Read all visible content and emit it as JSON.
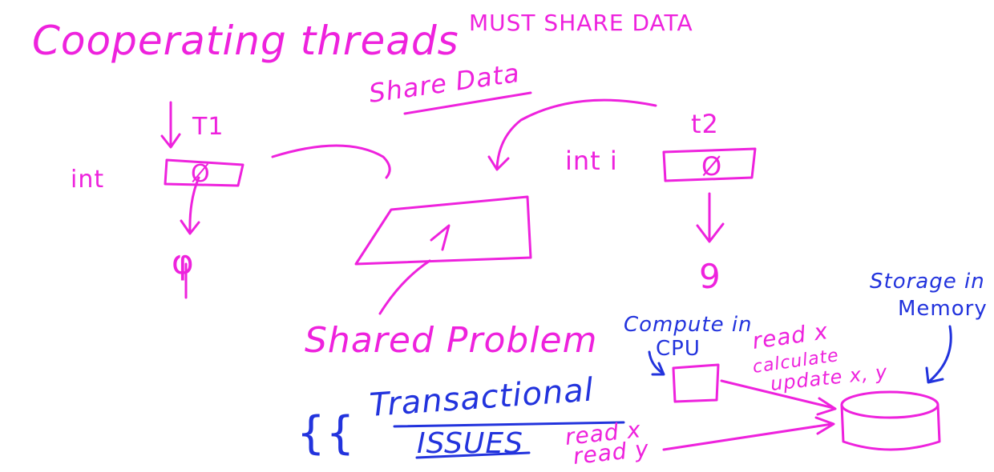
{
  "title": {
    "line1": "Cooperating threads",
    "line2": "MUST SHARE DATA"
  },
  "share_data_label": "Share Data",
  "thread1": {
    "label": "T1",
    "type_label": "int",
    "value": "Ø",
    "result": "φ"
  },
  "thread2": {
    "label": "t2",
    "type_label": "int i",
    "value": "Ø",
    "result": "9"
  },
  "shared_problem_label": "Shared Problem",
  "compute_label": {
    "line1": "Compute in",
    "line2": "CPU"
  },
  "storage_label": {
    "line1": "Storage in",
    "line2": "Memory"
  },
  "read_update_label": {
    "line1": "read x",
    "line2": "calculate",
    "line3": "update x, y"
  },
  "transactional_label": {
    "line1": "Transactional",
    "line2": "ISSUES"
  },
  "read_read_label": {
    "line1": "read x",
    "line2": "read y"
  },
  "colors": {
    "magenta_ink": "#ee22dd",
    "blue_ink": "#2233dd",
    "background": "#ffffff"
  }
}
